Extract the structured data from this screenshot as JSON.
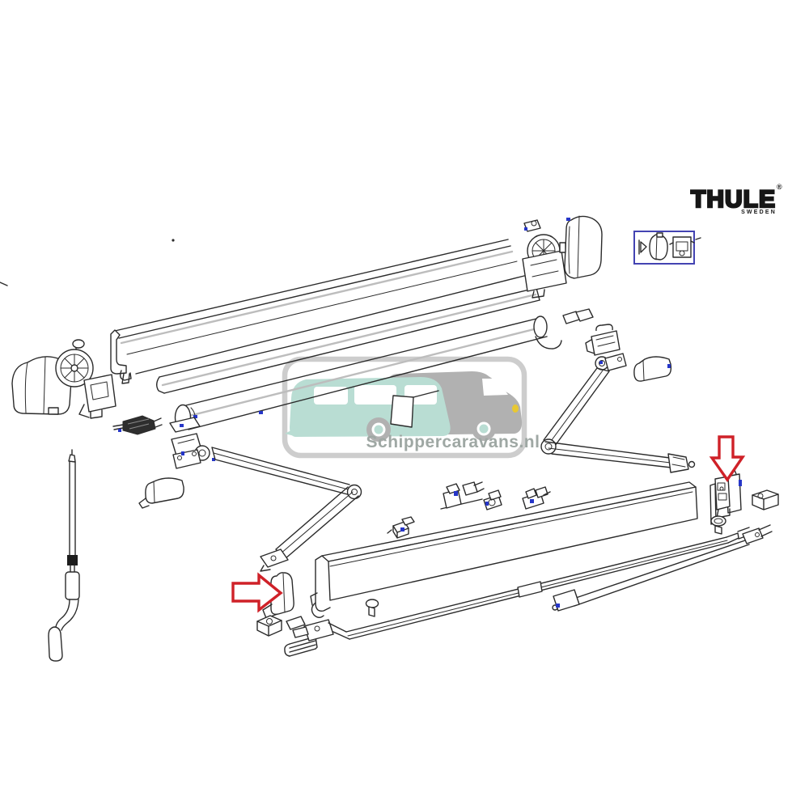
{
  "title": "Thule awning exploded spare-parts diagram",
  "logo": {
    "brand": "THULE",
    "subtext": "SWEDEN",
    "registered": "®"
  },
  "watermark": {
    "text": "Schippercaravans.nl"
  },
  "colors": {
    "ink": "#2b2b2b",
    "shade": "#bdbdbd",
    "accent": "#2636c8",
    "red": "#cf2128",
    "teal": "#b9ddd3",
    "gray_van": "#b1b1b1",
    "wm_frame": "#cdcdcd",
    "wm_text": "#9fa8a4",
    "highlight": "#4343b2",
    "logo": "#161616",
    "bg": "#ffffff"
  },
  "annotations": {
    "arrows": [
      {
        "direction": "right",
        "points_at": "left lead-rail end cap / support foot"
      },
      {
        "direction": "down",
        "points_at": "right lead-rail end bracket"
      }
    ],
    "highlight_box": {
      "contents": [
        "latch pin",
        "end cap",
        "wall bracket"
      ]
    }
  },
  "diagram": {
    "parts": [
      "left end cap cover",
      "crank gear unit",
      "cassette lid profile",
      "cassette front profile",
      "fabric roller tube",
      "roller winch",
      "left mounting plate",
      "middle spring arm assembly",
      "arm end cover",
      "spring arm shoulder bracket",
      "right spring arm assembly",
      "top crank gear unit",
      "right end cap cover",
      "small mounting clips",
      "lead rail profile",
      "lead rail left end cap",
      "lead rail right end bracket",
      "tension rafter tube left",
      "tension rafter tube right",
      "rafter clamp fittings",
      "connector blocks",
      "ribbed wall bracket",
      "fastener screws",
      "crank rod with handle"
    ]
  }
}
